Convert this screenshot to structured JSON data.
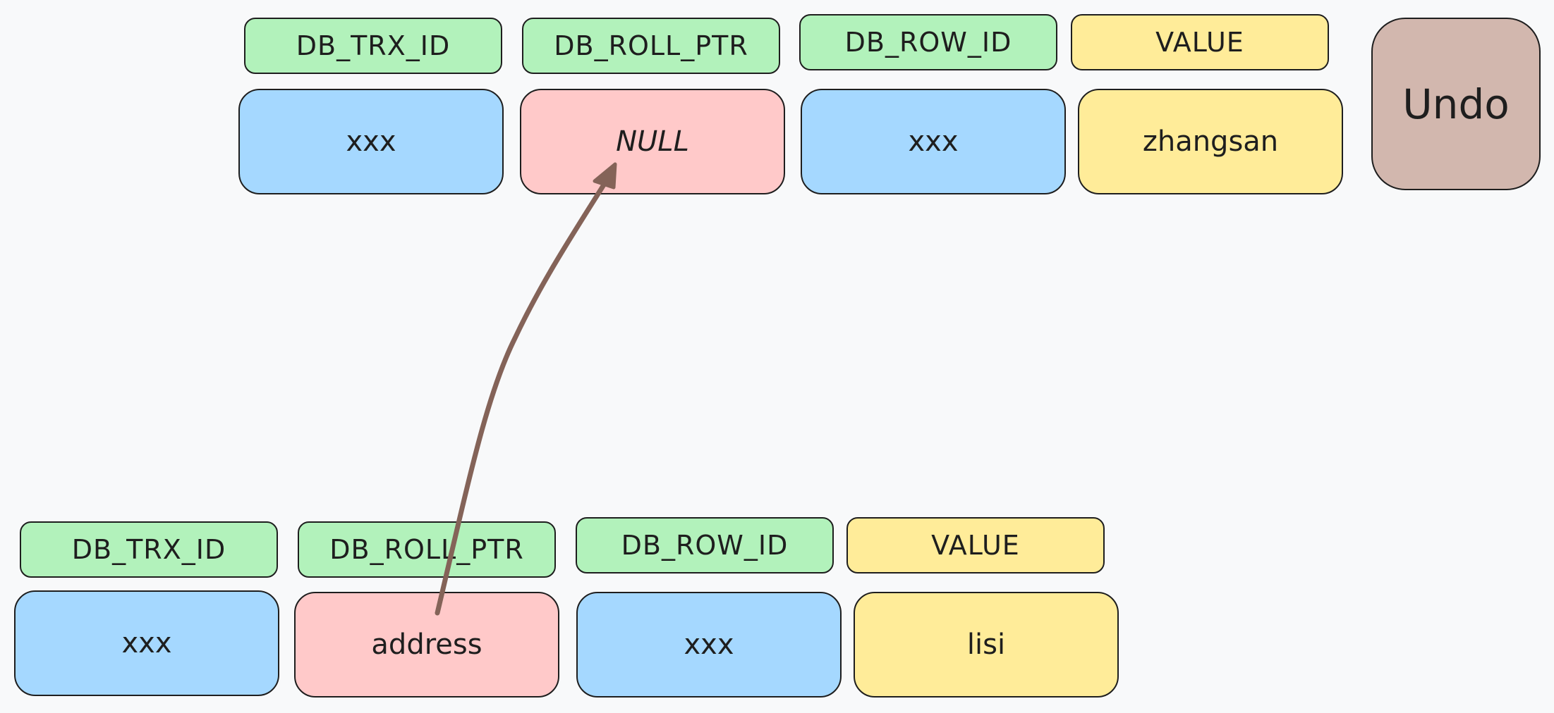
{
  "top_row": {
    "headers": [
      "DB_TRX_ID",
      "DB_ROLL_PTR",
      "DB_ROW_ID",
      "VALUE"
    ],
    "values": [
      "xxx",
      "NULL",
      "xxx",
      "zhangsan"
    ]
  },
  "bottom_row": {
    "headers": [
      "DB_TRX_ID",
      "DB_ROLL_PTR",
      "DB_ROW_ID",
      "VALUE"
    ],
    "values": [
      "xxx",
      "address",
      "xxx",
      "lisi"
    ]
  },
  "undo_label": "Undo",
  "colors": {
    "header_fill": "#b2f2bb",
    "id_fill": "#a5d8ff",
    "pointer_fill": "#ffc9c9",
    "value_fill": "#ffec99",
    "undo_fill": "#d2b7ae",
    "arrow": "#846358"
  }
}
